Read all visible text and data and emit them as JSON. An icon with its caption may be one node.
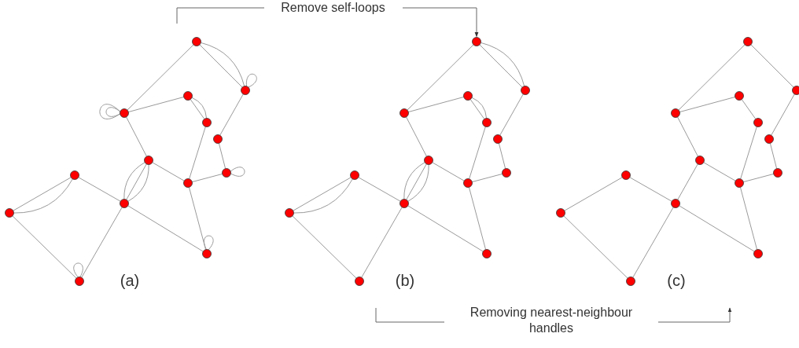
{
  "diagram": {
    "nodes": [
      {
        "text": [],
        "shape": "circle"
      },
      {
        "text": [],
        "shape": "circle"
      },
      {
        "text": [],
        "shape": "circle"
      },
      {
        "text": [],
        "shape": "circle"
      },
      {
        "text": [],
        "shape": "circle"
      },
      {
        "text": [],
        "shape": "circle"
      },
      {
        "text": [],
        "shape": "circle"
      },
      {
        "text": [],
        "shape": "circle"
      },
      {
        "text": [],
        "shape": "circle"
      },
      {
        "text": [],
        "shape": "circle"
      },
      {
        "text": [],
        "shape": "circle"
      },
      {
        "text": [],
        "shape": "circle"
      },
      {
        "text": [],
        "shape": "circle"
      },
      {
        "text": [],
        "shape": "circle"
      },
      {
        "text": [],
        "shape": "circle"
      },
      {
        "text": [],
        "shape": "circle"
      },
      {
        "text": [],
        "shape": "circle"
      },
      {
        "text": [],
        "shape": "circle"
      },
      {
        "text": [],
        "shape": "circle"
      },
      {
        "text": [],
        "shape": "circle"
      },
      {
        "text": [],
        "shape": "circle"
      },
      {
        "text": [],
        "shape": "circle"
      },
      {
        "text": [],
        "shape": "circle"
      },
      {
        "text": [],
        "shape": "circle"
      },
      {
        "text": [],
        "shape": "circle"
      },
      {
        "text": [],
        "shape": "circle"
      },
      {
        "text": [],
        "shape": "circle"
      },
      {
        "text": [],
        "shape": "circle"
      },
      {
        "text": [],
        "shape": "circle"
      },
      {
        "text": [],
        "shape": "circle"
      },
      {
        "text": [],
        "shape": "circle"
      },
      {
        "text": [],
        "shape": "circle"
      },
      {
        "text": [],
        "shape": "circle"
      },
      {
        "text": [],
        "shape": "circle"
      },
      {
        "text": [],
        "shape": "circle"
      },
      {
        "text": [],
        "shape": "circle"
      },
      {
        "text": [],
        "shape": "circle"
      },
      {
        "text": [],
        "shape": "circle"
      },
      {
        "text": [],
        "shape": "circle"
      },
      {
        "text": [],
        "shape": "circle"
      },
      {
        "text": [],
        "shape": "circle"
      },
      {
        "text": [],
        "shape": "circle"
      }
    ],
    "edges": [
      {
        "from": null,
        "to": 14,
        "arrow": "to",
        "label": "Remove self-loops"
      },
      {
        "from": 0,
        "to": 1,
        "arrow": "none"
      },
      {
        "from": 0,
        "to": 1,
        "arrow": "none"
      },
      {
        "from": 1,
        "to": 1,
        "arrow": "none"
      },
      {
        "from": 0,
        "to": 3,
        "arrow": "none"
      },
      {
        "from": 3,
        "to": 3,
        "arrow": "none"
      },
      {
        "from": 3,
        "to": 3,
        "arrow": "none"
      },
      {
        "from": 3,
        "to": 2,
        "arrow": "none"
      },
      {
        "from": 2,
        "to": 4,
        "arrow": "none"
      },
      {
        "from": 2,
        "to": 4,
        "arrow": "none"
      },
      {
        "from": 1,
        "to": 5,
        "arrow": "none"
      },
      {
        "from": 4,
        "to": 9,
        "arrow": "none"
      },
      {
        "from": 5,
        "to": 7,
        "arrow": "none"
      },
      {
        "from": 7,
        "to": 7,
        "arrow": "none"
      },
      {
        "from": 3,
        "to": 6,
        "arrow": "none"
      },
      {
        "from": 6,
        "to": 9,
        "arrow": "none"
      },
      {
        "from": 9,
        "to": 7,
        "arrow": "none"
      },
      {
        "from": 6,
        "to": 10,
        "arrow": "none"
      },
      {
        "from": 6,
        "to": 10,
        "arrow": "none"
      },
      {
        "from": 6,
        "to": 10,
        "arrow": "none"
      },
      {
        "from": 8,
        "to": 10,
        "arrow": "none"
      },
      {
        "from": 8,
        "to": 11,
        "arrow": "none"
      },
      {
        "from": 8,
        "to": 11,
        "arrow": "none"
      },
      {
        "from": 9,
        "to": 12,
        "arrow": "none"
      },
      {
        "from": 10,
        "to": 12,
        "arrow": "none"
      },
      {
        "from": 12,
        "to": 12,
        "arrow": "none"
      },
      {
        "from": 11,
        "to": 13,
        "arrow": "none"
      },
      {
        "from": 13,
        "to": 13,
        "arrow": "none"
      },
      {
        "from": 10,
        "to": 13,
        "arrow": "none"
      },
      {
        "from": 14,
        "to": 15,
        "arrow": "none"
      },
      {
        "from": 14,
        "to": 15,
        "arrow": "none"
      },
      {
        "from": 14,
        "to": 17,
        "arrow": "none"
      },
      {
        "from": 17,
        "to": 16,
        "arrow": "none"
      },
      {
        "from": 16,
        "to": 18,
        "arrow": "none"
      },
      {
        "from": 16,
        "to": 18,
        "arrow": "none"
      },
      {
        "from": 15,
        "to": 19,
        "arrow": "none"
      },
      {
        "from": 18,
        "to": 23,
        "arrow": "none"
      },
      {
        "from": 19,
        "to": 21,
        "arrow": "none"
      },
      {
        "from": 17,
        "to": 20,
        "arrow": "none"
      },
      {
        "from": 20,
        "to": 23,
        "arrow": "none"
      },
      {
        "from": 23,
        "to": 21,
        "arrow": "none"
      },
      {
        "from": 20,
        "to": 24,
        "arrow": "none"
      },
      {
        "from": 20,
        "to": 24,
        "arrow": "none"
      },
      {
        "from": 20,
        "to": 24,
        "arrow": "none"
      },
      {
        "from": 22,
        "to": 24,
        "arrow": "none"
      },
      {
        "from": 22,
        "to": 25,
        "arrow": "none"
      },
      {
        "from": 22,
        "to": 25,
        "arrow": "none"
      },
      {
        "from": 23,
        "to": 26,
        "arrow": "none"
      },
      {
        "from": 24,
        "to": 26,
        "arrow": "none"
      },
      {
        "from": 25,
        "to": 27,
        "arrow": "none"
      },
      {
        "from": 24,
        "to": 27,
        "arrow": "none"
      },
      {
        "from": 28,
        "to": 29,
        "arrow": "none"
      },
      {
        "from": 28,
        "to": 31,
        "arrow": "none"
      },
      {
        "from": 31,
        "to": 30,
        "arrow": "none"
      },
      {
        "from": 30,
        "to": 32,
        "arrow": "none"
      },
      {
        "from": 29,
        "to": 33,
        "arrow": "none"
      },
      {
        "from": 32,
        "to": 37,
        "arrow": "none"
      },
      {
        "from": 33,
        "to": 35,
        "arrow": "none"
      },
      {
        "from": 31,
        "to": 34,
        "arrow": "none"
      },
      {
        "from": 34,
        "to": 37,
        "arrow": "none"
      },
      {
        "from": 37,
        "to": 35,
        "arrow": "none"
      },
      {
        "from": 34,
        "to": 38,
        "arrow": "none"
      },
      {
        "from": 36,
        "to": 38,
        "arrow": "none"
      },
      {
        "from": 36,
        "to": 39,
        "arrow": "none"
      },
      {
        "from": 38,
        "to": 40,
        "arrow": "none"
      },
      {
        "from": 37,
        "to": 40,
        "arrow": "none"
      },
      {
        "from": 39,
        "to": 41,
        "arrow": "none"
      },
      {
        "from": 38,
        "to": 41,
        "arrow": "none"
      }
    ],
    "labels": [
      "(a)",
      "(b)",
      "(c)",
      "Removing nearest-neighbour handles"
    ]
  }
}
